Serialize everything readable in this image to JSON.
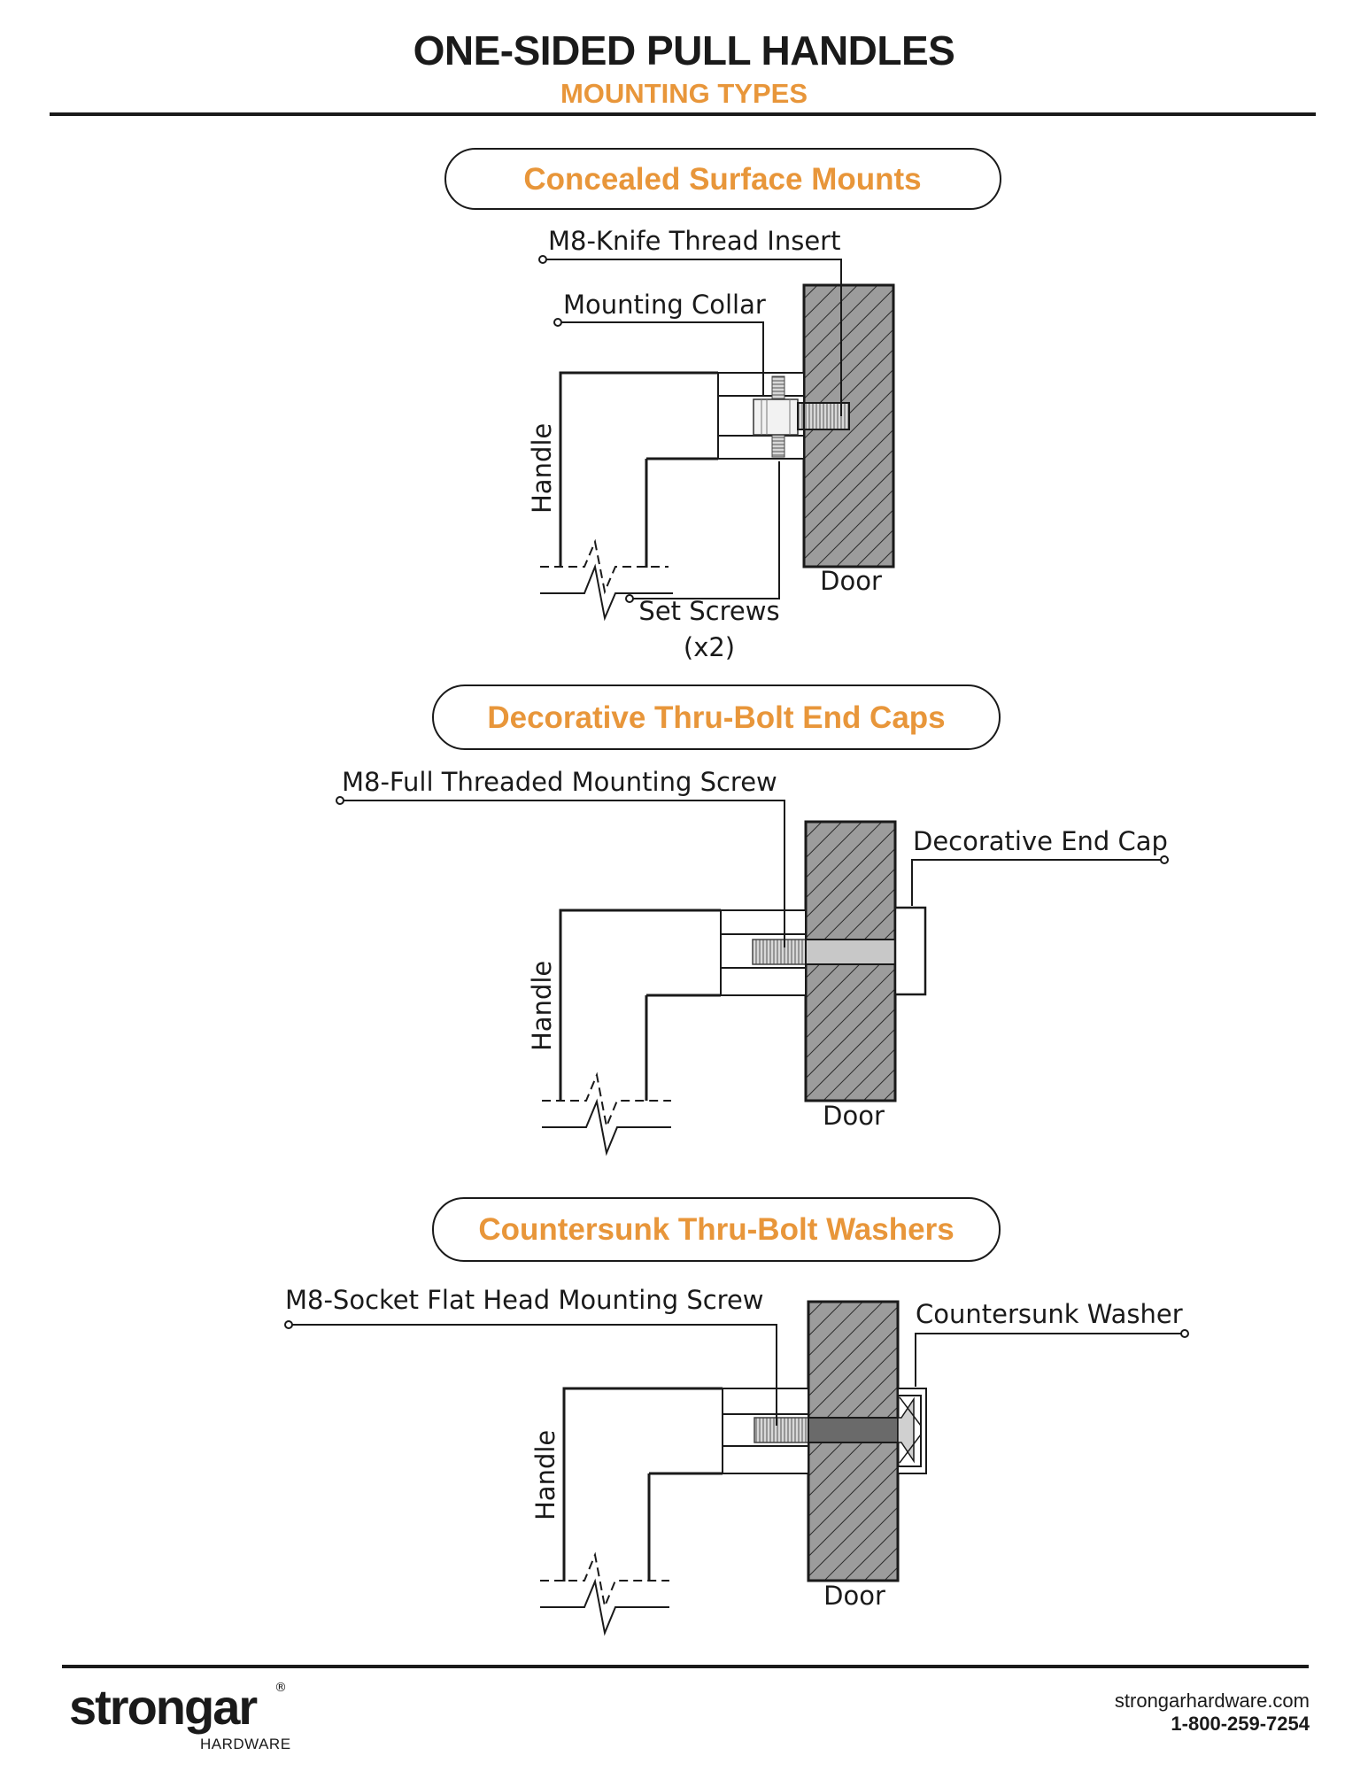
{
  "header": {
    "title": "ONE-SIDED PULL HANDLES",
    "subtitle": "MOUNTING TYPES"
  },
  "colors": {
    "accent": "#e8963a",
    "ink": "#1a1a1a",
    "door_fill": "#9a9a9a"
  },
  "sections": [
    {
      "title": "Concealed Surface Mounts",
      "labels": {
        "screw": "M8-Knife Thread Insert",
        "collar": "Mounting Collar",
        "handle": "Handle",
        "door": "Door",
        "set_screws": "Set Screws",
        "set_screws_count": "(x2)"
      }
    },
    {
      "title": "Decorative Thru-Bolt End Caps",
      "labels": {
        "screw": "M8-Full Threaded Mounting Screw",
        "cap": "Decorative End Cap",
        "handle": "Handle",
        "door": "Door"
      }
    },
    {
      "title": "Countersunk Thru-Bolt Washers",
      "labels": {
        "screw": "M8-Socket Flat Head Mounting Screw",
        "washer": "Countersunk Washer",
        "handle": "Handle",
        "door": "Door"
      }
    }
  ],
  "footer": {
    "logo": "strongar",
    "logo_sub": "HARDWARE",
    "logo_mark": "®",
    "website": "strongarhardware.com",
    "phone": "1-800-259-7254"
  }
}
